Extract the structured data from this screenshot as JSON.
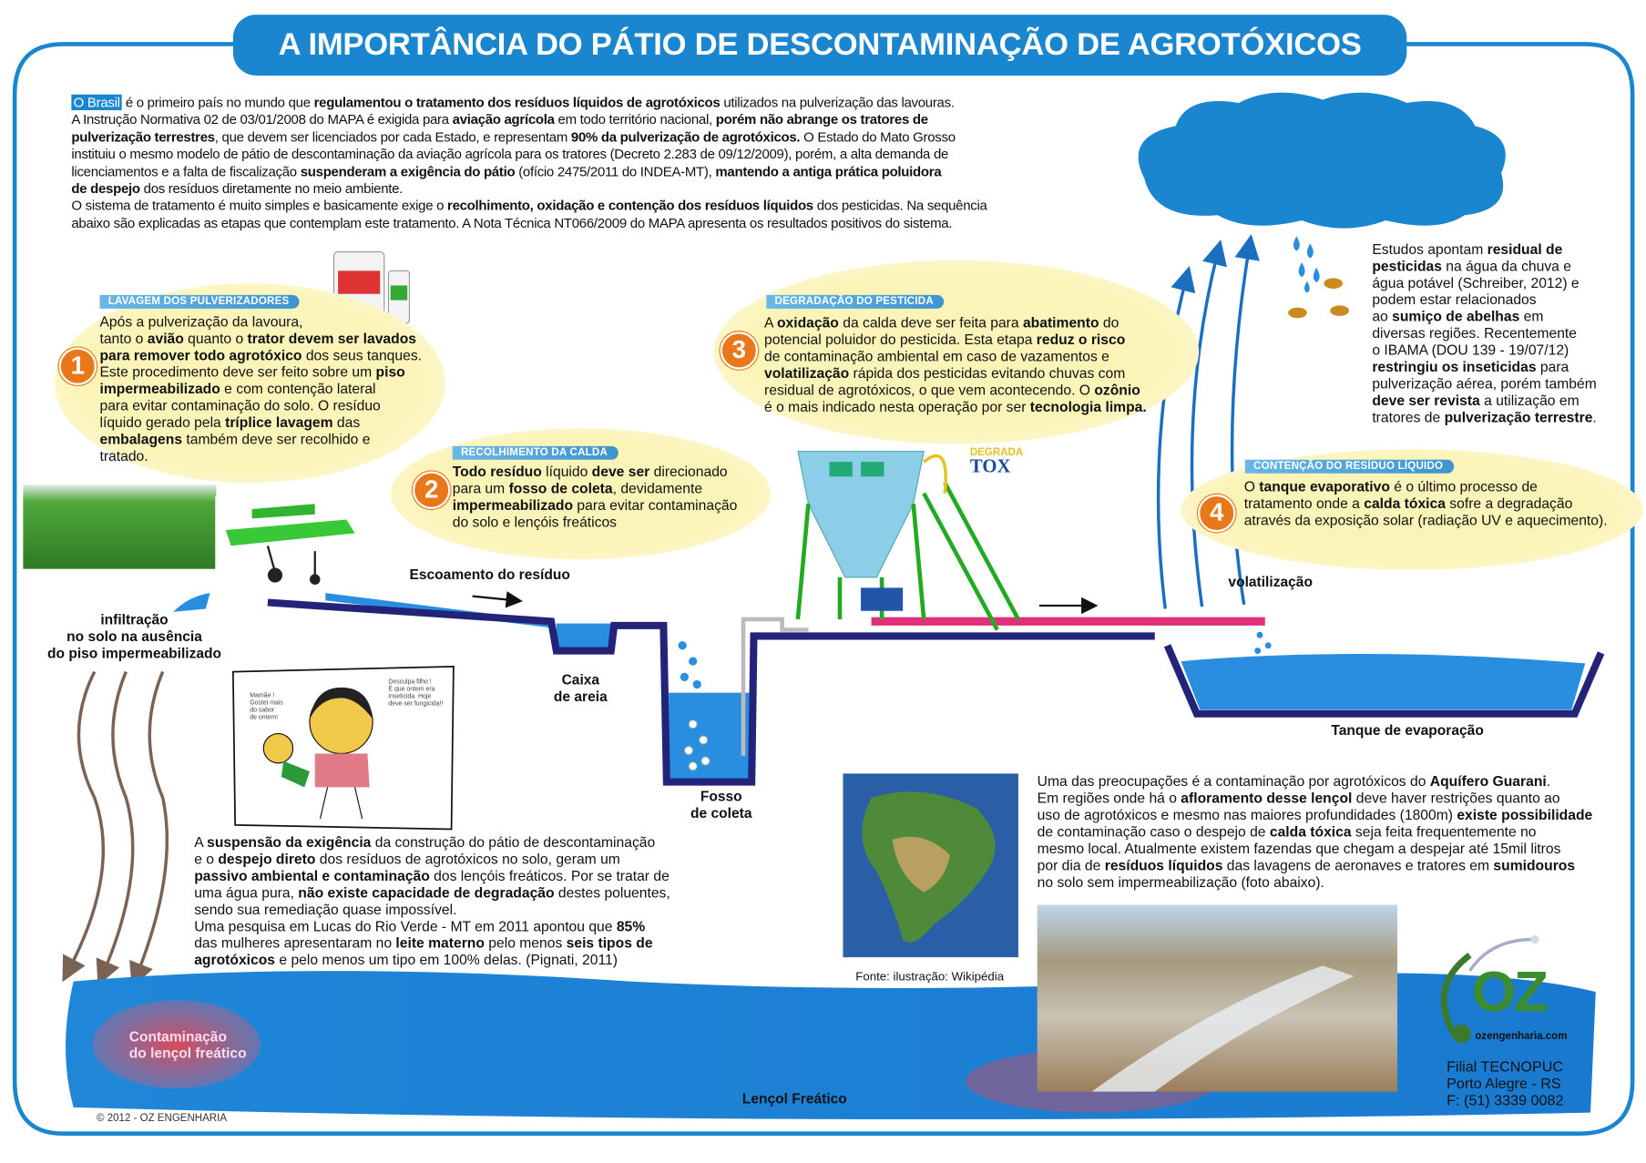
{
  "title": "A IMPORTÂNCIA DO PÁTIO DE DESCONTAMINAÇÃO DE AGROTÓXICOS",
  "colors": {
    "accent_blue": "#1a86d0",
    "step_orange": "#e8781a",
    "bubble_yellow": "#fbf4b8",
    "ground_navy": "#23237a",
    "pipe_pink": "#e0307a",
    "water_blue": "#2a8ee0",
    "aquifer_red": "#d2495a"
  },
  "intro": [
    [
      {
        "t": "O Brasil",
        "hl": true
      },
      {
        "t": " é o primeiro país no mundo que "
      },
      {
        "t": "regulamentou o tratamento dos resíduos líquidos de agrotóxicos",
        "b": true
      },
      {
        "t": " utilizados na pulverização das lavouras."
      }
    ],
    [
      {
        "t": "A Instrução Normativa 02 de 03/01/2008 do MAPA é exigida para "
      },
      {
        "t": "aviação agrícola",
        "b": true
      },
      {
        "t": " em todo território nacional, "
      },
      {
        "t": "porém não abrange os tratores de",
        "b": true
      }
    ],
    [
      {
        "t": "pulverização terrestres",
        "b": true
      },
      {
        "t": ", que devem ser licenciados por cada Estado, e representam "
      },
      {
        "t": "90% da pulverização de agrotóxicos.",
        "b": true
      },
      {
        "t": "  O Estado do Mato Grosso"
      }
    ],
    [
      {
        "t": "instituiu o mesmo modelo de pátio de descontaminação da aviação agrícola para os tratores (Decreto 2.283 de 09/12/2009), porém, a alta demanda de"
      }
    ],
    [
      {
        "t": "licenciamentos e a falta de fiscalização "
      },
      {
        "t": "suspenderam a exigência do pátio",
        "b": true
      },
      {
        "t": " (ofício 2475/2011 do INDEA-MT), "
      },
      {
        "t": "mantendo a antiga prática poluidora",
        "b": true
      }
    ],
    [
      {
        "t": "de despejo",
        "b": true
      },
      {
        "t": " dos resíduos diretamente no meio ambiente."
      }
    ],
    [
      {
        "t": "O sistema de tratamento é muito simples e basicamente exige o "
      },
      {
        "t": "recolhimento, oxidação e contenção dos resíduos líquidos",
        "b": true
      },
      {
        "t": " dos pesticidas. Na sequência"
      }
    ],
    [
      {
        "t": "abaixo são explicadas as etapas que contemplam este tratamento. A Nota Técnica NT066/2009 do MAPA apresenta os resultados positivos do sistema."
      }
    ]
  ],
  "steps": [
    {
      "number": "1",
      "tag": "LAVAGEM DOS PULVERIZADORES",
      "lines": [
        [
          {
            "t": "Após a pulverização da lavoura,"
          }
        ],
        [
          {
            "t": "tanto o "
          },
          {
            "t": "avião",
            "b": true
          },
          {
            "t": " quanto o "
          },
          {
            "t": "trator devem ser lavados",
            "b": true
          }
        ],
        [
          {
            "t": "para remover todo agrotóxico",
            "b": true
          },
          {
            "t": " dos seus tanques."
          }
        ],
        [
          {
            "t": "Este procedimento deve ser feito sobre um "
          },
          {
            "t": "piso",
            "b": true
          }
        ],
        [
          {
            "t": "impermeabilizado",
            "b": true
          },
          {
            "t": " e com contenção lateral"
          }
        ],
        [
          {
            "t": "para evitar contaminação do solo. O resíduo"
          }
        ],
        [
          {
            "t": "líquido gerado pela "
          },
          {
            "t": "tríplice lavagem",
            "b": true
          },
          {
            "t": " das"
          }
        ],
        [
          {
            "t": "embalagens",
            "b": true
          },
          {
            "t": " também deve ser recolhido e"
          }
        ],
        [
          {
            "t": "tratado."
          }
        ]
      ]
    },
    {
      "number": "2",
      "tag": "RECOLHIMENTO DA CALDA",
      "lines": [
        [
          {
            "t": "Todo resíduo",
            "b": true
          },
          {
            "t": " líquido "
          },
          {
            "t": "deve ser",
            "b": true
          },
          {
            "t": " direcionado"
          }
        ],
        [
          {
            "t": "para um "
          },
          {
            "t": "fosso de coleta",
            "b": true
          },
          {
            "t": ", devidamente"
          }
        ],
        [
          {
            "t": "impermeabilizado",
            "b": true
          },
          {
            "t": " para evitar contaminação"
          }
        ],
        [
          {
            "t": "do solo e lençóis freáticos"
          }
        ]
      ]
    },
    {
      "number": "3",
      "tag": "DEGRADAÇÃO DO PESTICIDA",
      "lines": [
        [
          {
            "t": "A "
          },
          {
            "t": "oxidação",
            "b": true
          },
          {
            "t": " da calda deve ser feita para "
          },
          {
            "t": "abatimento",
            "b": true
          },
          {
            "t": " do"
          }
        ],
        [
          {
            "t": "potencial poluidor do pesticida. Esta etapa "
          },
          {
            "t": "reduz o risco",
            "b": true
          }
        ],
        [
          {
            "t": "de contaminação ambiental em caso de vazamentos e"
          }
        ],
        [
          {
            "t": "volatilização",
            "b": true
          },
          {
            "t": " rápida dos pesticidas evitando chuvas com"
          }
        ],
        [
          {
            "t": "residual de agrotóxicos, o que vem acontecendo. O "
          },
          {
            "t": "ozônio",
            "b": true
          }
        ],
        [
          {
            "t": "é o mais indicado nesta operação por ser "
          },
          {
            "t": "tecnologia limpa.",
            "b": true
          }
        ]
      ]
    },
    {
      "number": "4",
      "tag": "CONTENÇÃO DO RESÍDUO LÍQUIDO",
      "lines": [
        [
          {
            "t": "O "
          },
          {
            "t": "tanque evaporativo",
            "b": true
          },
          {
            "t": " é o último processo de"
          }
        ],
        [
          {
            "t": "tratamento onde a "
          },
          {
            "t": "calda tóxica",
            "b": true
          },
          {
            "t": " sofre a degradação"
          }
        ],
        [
          {
            "t": "através da exposição solar (radiação UV e aquecimento)."
          }
        ]
      ]
    }
  ],
  "right_text": [
    [
      {
        "t": "Estudos apontam "
      },
      {
        "t": "residual de",
        "b": true
      }
    ],
    [
      {
        "t": "pesticidas",
        "b": true
      },
      {
        "t": " na água da chuva e"
      }
    ],
    [
      {
        "t": "água potável (Schreiber, 2012) e"
      }
    ],
    [
      {
        "t": "podem estar relacionados"
      }
    ],
    [
      {
        "t": "ao "
      },
      {
        "t": "sumiço de abelhas",
        "b": true
      },
      {
        "t": " em"
      }
    ],
    [
      {
        "t": "diversas regiões. Recentemente"
      }
    ],
    [
      {
        "t": "o IBAMA (DOU 139 - 19/07/12)"
      }
    ],
    [
      {
        "t": "restringiu os inseticidas",
        "b": true
      },
      {
        "t": " para"
      }
    ],
    [
      {
        "t": "pulverização aérea, porém também"
      }
    ],
    [
      {
        "t": "deve ser revista",
        "b": true
      },
      {
        "t": " a utilização em"
      }
    ],
    [
      {
        "t": "tratores de "
      },
      {
        "t": "pulverização terrestre",
        "b": true
      },
      {
        "t": "."
      }
    ]
  ],
  "diagram_labels": {
    "runoff": "Escoamento do resíduo",
    "infiltration": [
      "infiltração",
      "no solo na ausência",
      "do piso impermeabilizado"
    ],
    "sand_box": [
      "Caixa",
      "de areia"
    ],
    "pit": [
      "Fosso",
      "de coleta"
    ],
    "volatilization": "volatilização",
    "evaporation_tank": "Tanque de evaporação",
    "water_table": "Lençol Freático",
    "contamination": [
      "Contaminação",
      "do lençol freático"
    ],
    "degradatox_logo": [
      "DEGRADA",
      "TOX"
    ]
  },
  "cartoon": {
    "child_speech": [
      "Mamãe !",
      "Gostei mais",
      "do sabor",
      "de ontem!"
    ],
    "mother_speech": [
      "Desculpa filho !",
      "É que ontem era",
      "inseticida. Hoje",
      "deve ser fungicida!!"
    ]
  },
  "bottom_left_text": [
    [
      {
        "t": "A "
      },
      {
        "t": "suspensão da exigência",
        "b": true
      },
      {
        "t": " da construção do pátio de descontaminação"
      }
    ],
    [
      {
        "t": "e o "
      },
      {
        "t": "despejo direto",
        "b": true
      },
      {
        "t": " dos resíduos de agrotóxicos no solo, geram um"
      }
    ],
    [
      {
        "t": "passivo ambiental e contaminação",
        "b": true
      },
      {
        "t": " dos lençóis freáticos. Por se tratar de"
      }
    ],
    [
      {
        "t": "uma água pura, "
      },
      {
        "t": "não existe capacidade de degradação",
        "b": true
      },
      {
        "t": " destes poluentes,"
      }
    ],
    [
      {
        "t": "sendo sua remediação quase impossível."
      }
    ],
    [
      {
        "t": "Uma pesquisa em Lucas do Rio Verde - MT em 2011 apontou que "
      },
      {
        "t": "85%",
        "b": true
      }
    ],
    [
      {
        "t": "das mulheres apresentaram no "
      },
      {
        "t": "leite materno",
        "b": true
      },
      {
        "t": " pelo menos "
      },
      {
        "t": "seis tipos de",
        "b": true
      }
    ],
    [
      {
        "t": "agrotóxicos",
        "b": true
      },
      {
        "t": " e pelo menos um tipo em 100% delas. (Pignati, 2011)"
      }
    ]
  ],
  "aquifer_text": [
    [
      {
        "t": "Uma das preocupações é a contaminação por agrotóxicos do "
      },
      {
        "t": "Aquífero Guarani",
        "b": true
      },
      {
        "t": "."
      }
    ],
    [
      {
        "t": "Em regiões onde há o "
      },
      {
        "t": "afloramento desse lençol",
        "b": true
      },
      {
        "t": " deve haver restrições quanto ao"
      }
    ],
    [
      {
        "t": "uso de agrotóxicos e mesmo nas maiores profundidades (1800m) "
      },
      {
        "t": "existe possibilidade",
        "b": true
      }
    ],
    [
      {
        "t": "de contaminação caso o despejo de "
      },
      {
        "t": "calda tóxica",
        "b": true
      },
      {
        "t": " seja feita frequentemente no"
      }
    ],
    [
      {
        "t": "mesmo local. Atualmente existem fazendas que chegam a despejar até 15mil litros"
      }
    ],
    [
      {
        "t": "por dia de "
      },
      {
        "t": "resíduos líquidos",
        "b": true
      },
      {
        "t": " das lavagens de aeronaves e tratores em "
      },
      {
        "t": "sumidouros",
        "b": true
      }
    ],
    [
      {
        "t": "no solo sem impermeabilização (foto abaixo)."
      }
    ]
  ],
  "map_caption": "Fonte: ilustração: Wikipédia",
  "company": {
    "logo": "OZ",
    "website": "ozengenharia.com",
    "lines": [
      "Filial TECNOPUC",
      "Porto Alegre - RS",
      "F: (51) 3339 0082"
    ]
  },
  "copyright": "© 2012 - OZ ENGENHARIA"
}
